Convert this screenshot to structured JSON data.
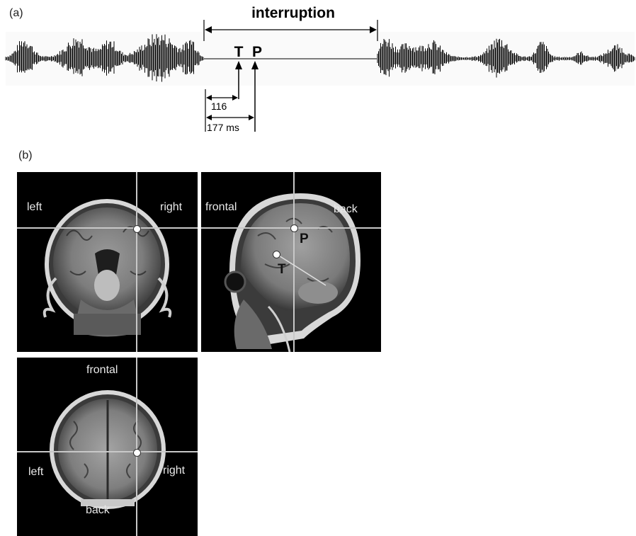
{
  "panel_a": {
    "label": "(a)",
    "interruption_label": "interruption",
    "marker_t": "T",
    "marker_p": "P",
    "latency_t": "116",
    "latency_p": "177 ms"
  },
  "panel_b": {
    "label": "(b)",
    "coronal": {
      "left": "left",
      "right": "right"
    },
    "sagittal": {
      "front": "frontal",
      "back": "back",
      "marker_t": "T",
      "marker_p": "P"
    },
    "axial": {
      "top": "frontal",
      "left": "left",
      "right": "right",
      "bottom": "back"
    }
  },
  "colors": {
    "background": "#ffffff",
    "waveform": "#000000",
    "mri_background": "#000000",
    "crosshair": "#c8c8c8",
    "label_text": "#e9e9e9"
  }
}
